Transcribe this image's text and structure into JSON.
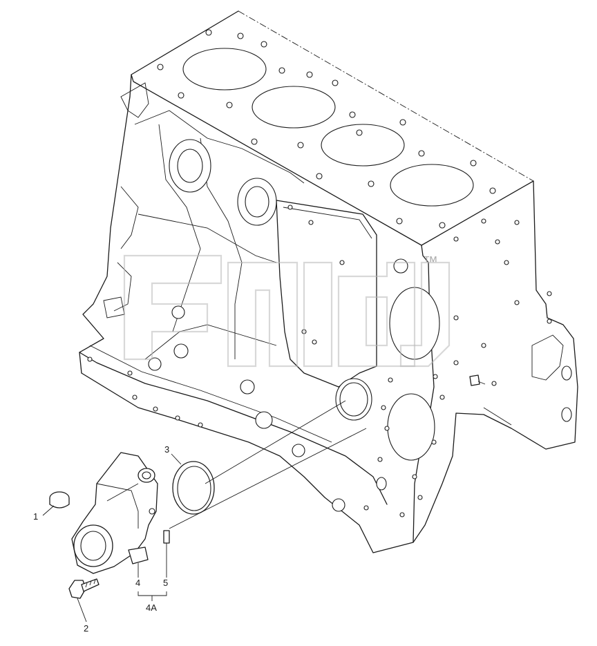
{
  "callouts": [
    {
      "id": "1",
      "label": "1"
    },
    {
      "id": "2",
      "label": "2"
    },
    {
      "id": "3",
      "label": "3"
    },
    {
      "id": "4",
      "label": "4"
    },
    {
      "id": "5",
      "label": "5"
    },
    {
      "id": "4A",
      "label": "4A"
    }
  ],
  "watermark": {
    "mark": "™"
  }
}
